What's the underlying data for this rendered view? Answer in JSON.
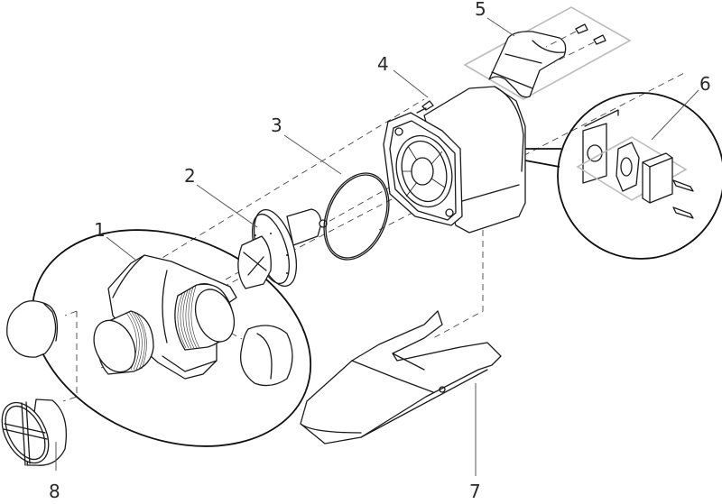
{
  "diagram": {
    "type": "exploded-parts-view",
    "colors": {
      "line": "#1a1a1a",
      "group_box": "#bbbbbb",
      "leader": "#555555",
      "background": "#ffffff"
    },
    "callouts": [
      {
        "id": "1",
        "label": "1",
        "part": "pump-housing"
      },
      {
        "id": "2",
        "label": "2",
        "part": "impeller"
      },
      {
        "id": "3",
        "label": "3",
        "part": "o-ring"
      },
      {
        "id": "4",
        "label": "4",
        "part": "screw"
      },
      {
        "id": "5",
        "label": "5",
        "part": "cover-cap-with-screws"
      },
      {
        "id": "6",
        "label": "6",
        "part": "cable-connection-set"
      },
      {
        "id": "7",
        "label": "7",
        "part": "base-stand"
      },
      {
        "id": "8",
        "label": "8",
        "part": "strainer-cap"
      }
    ]
  }
}
